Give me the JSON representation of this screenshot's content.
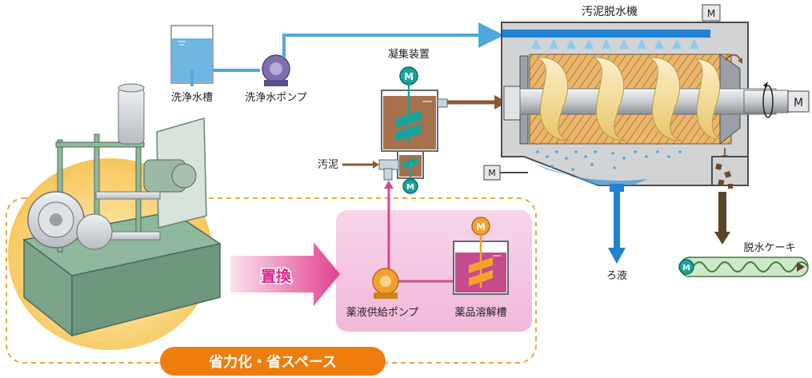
{
  "labels": {
    "dewatering_machine": "汚泥脱水機",
    "wash_tank": "洗浄水槽",
    "wash_pump": "洗浄水ポンプ",
    "coagulation_unit": "凝集装置",
    "sludge": "汚泥",
    "filtrate": "ろ液",
    "dewatered_cake": "脱水ケーキ",
    "replace": "置換",
    "chem_pump": "薬液供給ポンプ",
    "chem_tank": "薬品溶解槽",
    "savings_banner": "省力化・省スペース"
  },
  "motor_label": "M",
  "colors": {
    "water_line": "#4fa8dc",
    "sludge_line": "#8a5a3c",
    "chem_line": "#cc4a95",
    "filtrate_line": "#1f82d2",
    "cake_line": "#5b4526",
    "banner": "#ef7d0e",
    "dash": "#f0a43e",
    "motor_teal": "#1aa39a",
    "motor_orange": "#f2a12d"
  }
}
